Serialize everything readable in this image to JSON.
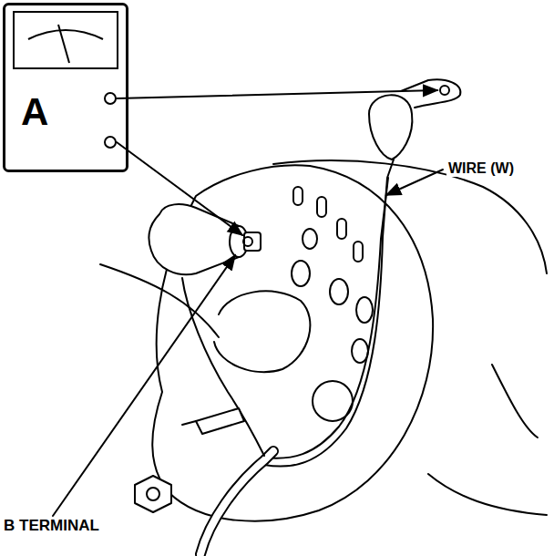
{
  "diagram": {
    "nodes": [
      {
        "text": [
          "A"
        ]
      }
    ],
    "labels": [
      "WIRE (W)",
      "B TERMINAL"
    ]
  }
}
